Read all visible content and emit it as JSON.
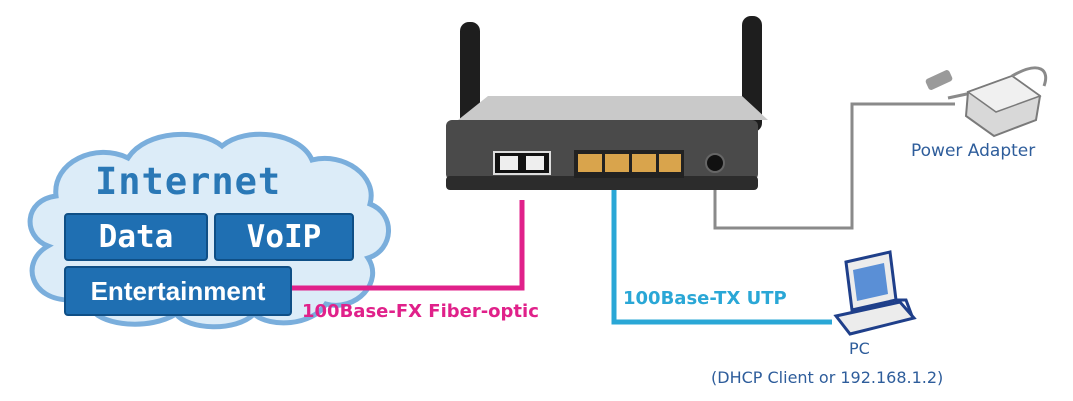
{
  "diagram": {
    "cloud": {
      "title": "Internet",
      "tiles": [
        "Data",
        "VoIP",
        "Entertainment"
      ]
    },
    "connections": {
      "fiber_label": "100Base-FX Fiber-optic",
      "utp_label": "100Base-TX UTP"
    },
    "devices": {
      "power_adapter_label": "Power Adapter",
      "pc_label": "PC",
      "pc_sublabel": "(DHCP Client or 192.168.1.2)"
    },
    "colors": {
      "fiber": "#e0218a",
      "utp": "#2aa7d6",
      "power": "#8a8a8a",
      "cloud_fill": "#dcecf8",
      "cloud_stroke": "#7aaedc",
      "tile": "#1f6fb2",
      "label_text": "#2e5d9b"
    }
  }
}
